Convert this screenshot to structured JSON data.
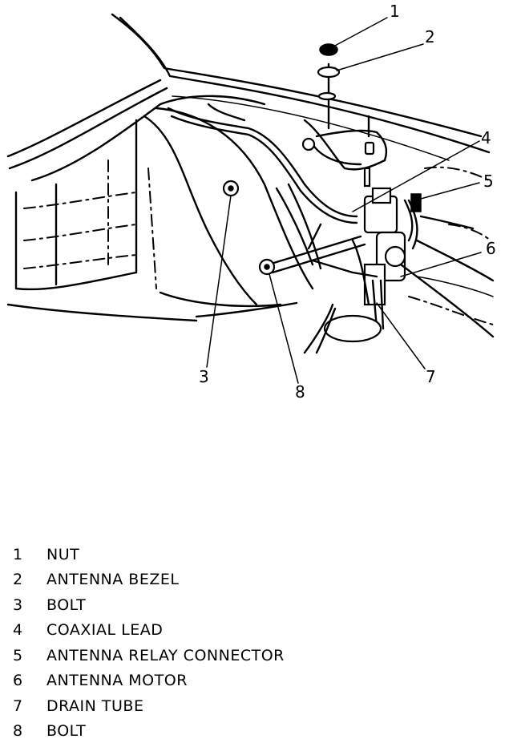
{
  "callouts": [
    "1",
    "2",
    "3",
    "4",
    "5",
    "6",
    "7",
    "8"
  ],
  "legend": [
    {
      "number": "1",
      "label": "NUT"
    },
    {
      "number": "2",
      "label": "ANTENNA BEZEL"
    },
    {
      "number": "3",
      "label": "BOLT"
    },
    {
      "number": "4",
      "label": "COAXIAL LEAD"
    },
    {
      "number": "5",
      "label": "ANTENNA RELAY CONNECTOR"
    },
    {
      "number": "6",
      "label": "ANTENNA MOTOR"
    },
    {
      "number": "7",
      "label": "DRAIN TUBE"
    },
    {
      "number": "8",
      "label": "BOLT"
    }
  ]
}
